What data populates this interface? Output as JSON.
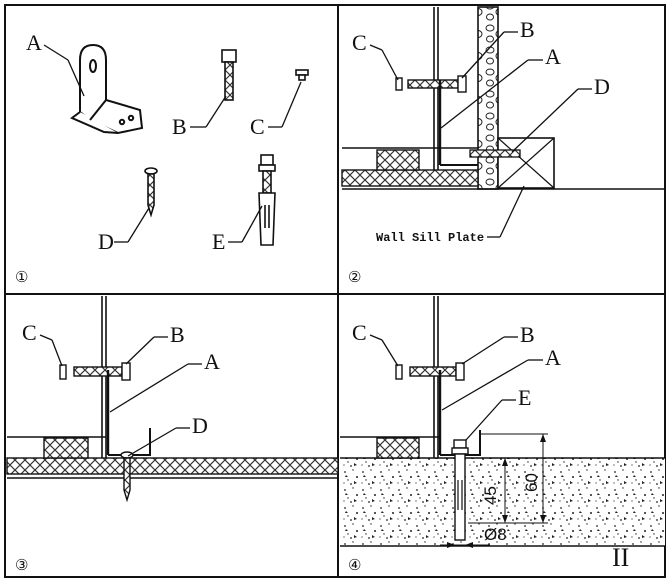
{
  "panels": [
    {
      "number": "①",
      "labels": {
        "a": "A",
        "b": "B",
        "c": "C",
        "d": "D",
        "e": "E"
      }
    },
    {
      "number": "②",
      "labels": {
        "a": "A",
        "b": "B",
        "c": "C",
        "d": "D"
      },
      "callout": "Wall Sill Plate"
    },
    {
      "number": "③",
      "labels": {
        "a": "A",
        "b": "B",
        "c": "C",
        "d": "D"
      }
    },
    {
      "number": "④",
      "labels": {
        "a": "A",
        "b": "B",
        "c": "C",
        "e": "E"
      },
      "dims": {
        "depth_total": "60",
        "depth_bolt": "45",
        "diameter": "Ø8"
      },
      "roman": "II"
    }
  ],
  "colors": {
    "line": "#111111",
    "paper": "#ffffff",
    "hatch": "#333333"
  }
}
